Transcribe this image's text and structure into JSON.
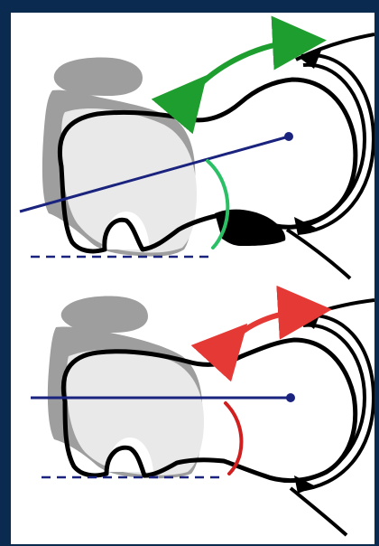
{
  "colors": {
    "page_border": "#0b2a4f",
    "background": "#ffffff",
    "bone_gray": "#9e9e9e",
    "bone_light": "#e9e9e9",
    "outline": "#000000",
    "axis_line": "#1a237e",
    "top_arrow": "#1e9e2f",
    "top_arc": "#2bbf66",
    "bottom_arrow": "#e53935",
    "bottom_arc": "#d11f1f"
  },
  "panels": [
    {
      "id": "top",
      "description_icon": "femur-hip-diagram-with-green-rotation-arrow",
      "arrow_color_key": "top_arrow",
      "arc_color_key": "top_arc",
      "has_impingement_wedge": true
    },
    {
      "id": "bottom",
      "description_icon": "femur-hip-diagram-with-red-rotation-arrow",
      "arrow_color_key": "bottom_arrow",
      "arc_color_key": "bottom_arc",
      "has_impingement_wedge": false
    }
  ]
}
